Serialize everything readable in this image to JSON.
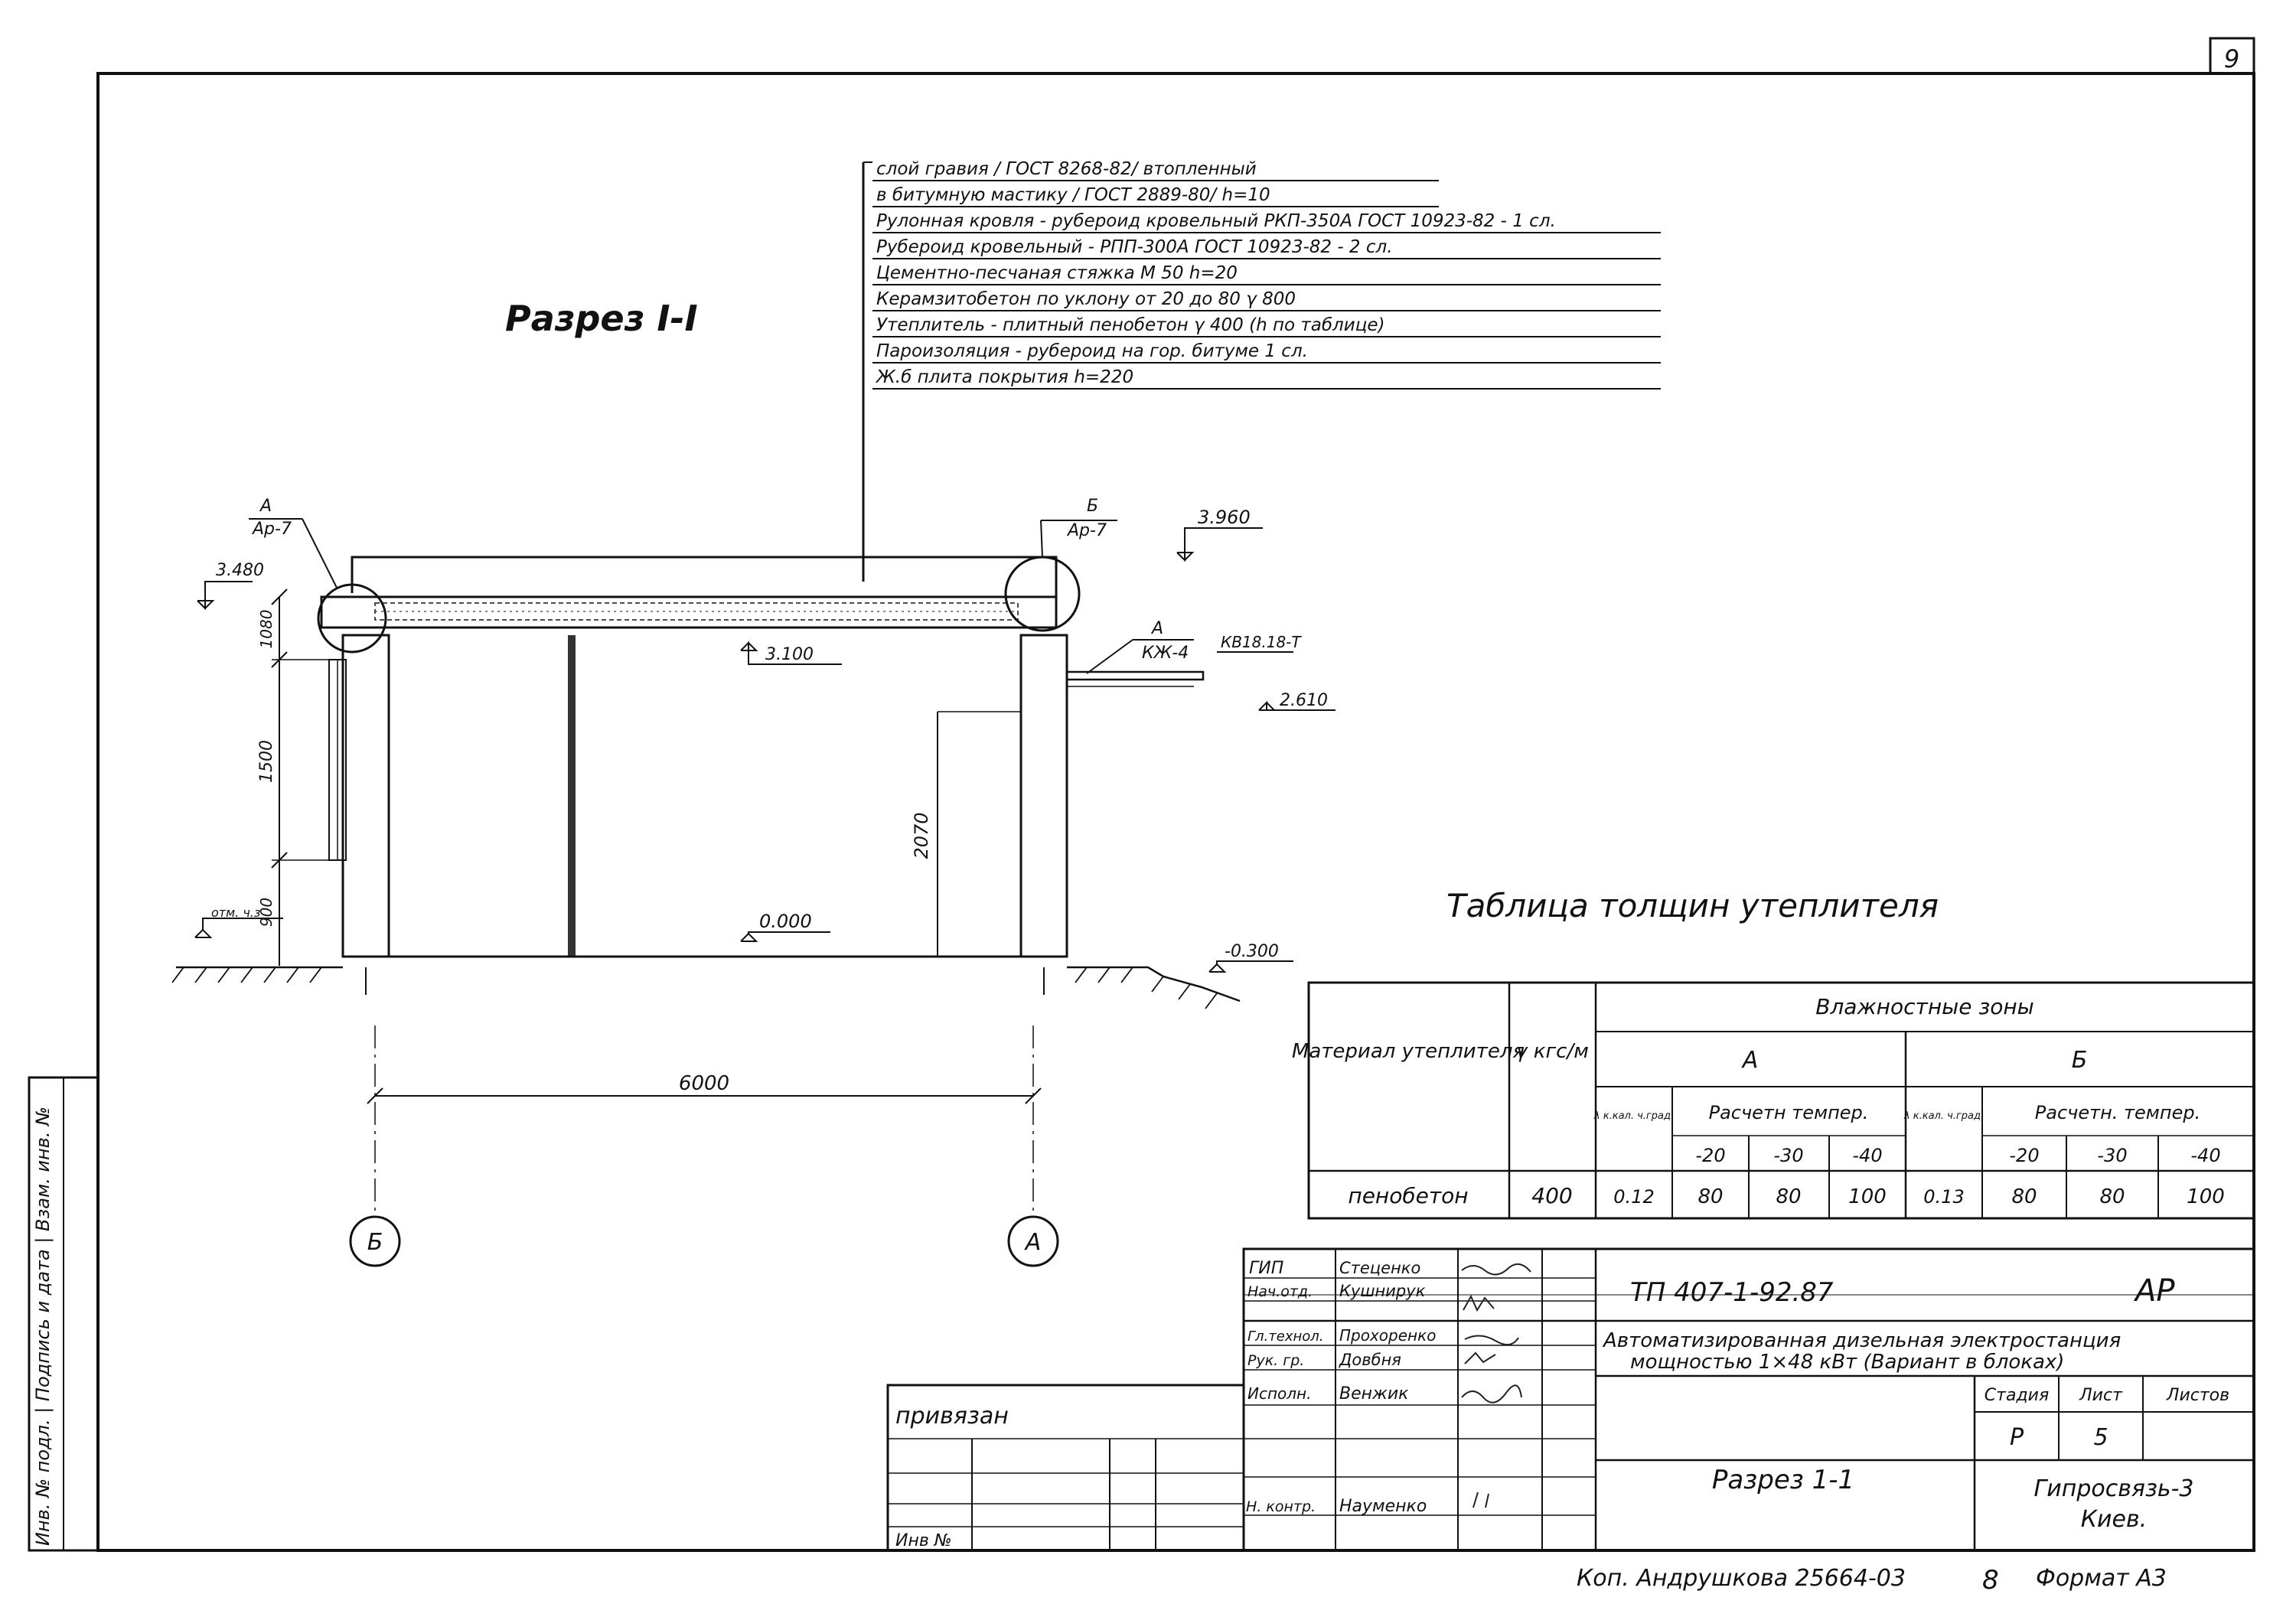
{
  "sheet_number": "9",
  "section_title": "Разрез I-I",
  "roof_layers": [
    "слой гравия / ГОСТ 8268-82/ втопленный",
    "в битумную мастику / ГОСТ 2889-80/ h=10",
    "Рулонная кровля - рубероид кровельный РКП-350А ГОСТ 10923-82 - 1 сл.",
    "Рубероид кровельный - РПП-300А ГОСТ 10923-82 - 2 сл.",
    "Цементно-песчаная стяжка М 50    h=20",
    "Керамзитобетон по уклону от 20 до 80  γ 800",
    "Утеплитель - плитный пенобетон γ 400 (h по таблице)",
    "Пароизоляция - рубероид на гор. битуме    1 сл.",
    "Ж.б плита покрытия    h=220"
  ],
  "callouts": {
    "left_node_top": "А",
    "left_node_bottom": "Ар-7",
    "right_node_top": "Б",
    "right_node_bottom": "Ар-7",
    "canopy_top": "А",
    "canopy_bottom": "КЖ-4",
    "canopy_mark": "КВ18.18-Т"
  },
  "levels": {
    "parapet_left": "3.480",
    "parapet_right": "3.960",
    "ceiling": "3.100",
    "canopy": "2.610",
    "floor": "0.000",
    "ground": "-0.300",
    "ground_left_label": "отм. ч.з"
  },
  "dimensions": {
    "parapet_height": "1080",
    "window_height": "1500",
    "sill_height": "900",
    "door_height": "2070",
    "span": "6000"
  },
  "axes": [
    "Б",
    "А"
  ],
  "table": {
    "title": "Таблица толщин утеплителя",
    "col_material": "Материал утеплителя",
    "col_gamma": "γ кгс/м",
    "col_zones": "Влажностные зоны",
    "zone_a": "А",
    "zone_b": "Б",
    "lambda_head": "λ к.кал. ч.град.",
    "temp_head_a": "Расчетн темпер.",
    "temp_head_b": "Расчетн. темпер.",
    "temps_a": [
      "-20",
      "-30",
      "-40"
    ],
    "temps_b": [
      "-20",
      "-30",
      "-40"
    ],
    "row": {
      "material": "пенобетон",
      "gamma": "400",
      "lambda_a": "0.12",
      "a": [
        "80",
        "80",
        "100"
      ],
      "lambda_b": "0.13",
      "b": [
        "80",
        "80",
        "100"
      ]
    }
  },
  "title_block": {
    "roles": [
      "ГИП",
      "Нач.отд.",
      "Гл.технол.",
      "Рук. гр.",
      "Исполн."
    ],
    "names": [
      "Стеценко",
      "Кушнирук",
      "Прохоренко",
      "Довбня",
      "Венжик"
    ],
    "control_role": "Н. контр.",
    "control_name": "Науменко",
    "project_code": "ТП 407-1-92.87",
    "discipline": "АР",
    "project_title_1": "Автоматизированная дизельная электростанция",
    "project_title_2": "мощностью 1×48 кВт (Вариант в блоках)",
    "stage_head": "Стадия",
    "sheet_head": "Лист",
    "sheets_head": "Листов",
    "stage": "Р",
    "sheet": "5",
    "sheet_title": "Разрез 1-1",
    "org_1": "Гипросвязь-3",
    "org_2": "Киев.",
    "linked": "привязан",
    "inv_no": "Инв №"
  },
  "side_stamp": "Инв. № подл. | Подпись и дата | Взам. инв. №",
  "footer": {
    "copied": "Коп. Андрушкова 25664-03",
    "num": "8",
    "format": "Формат А3"
  }
}
